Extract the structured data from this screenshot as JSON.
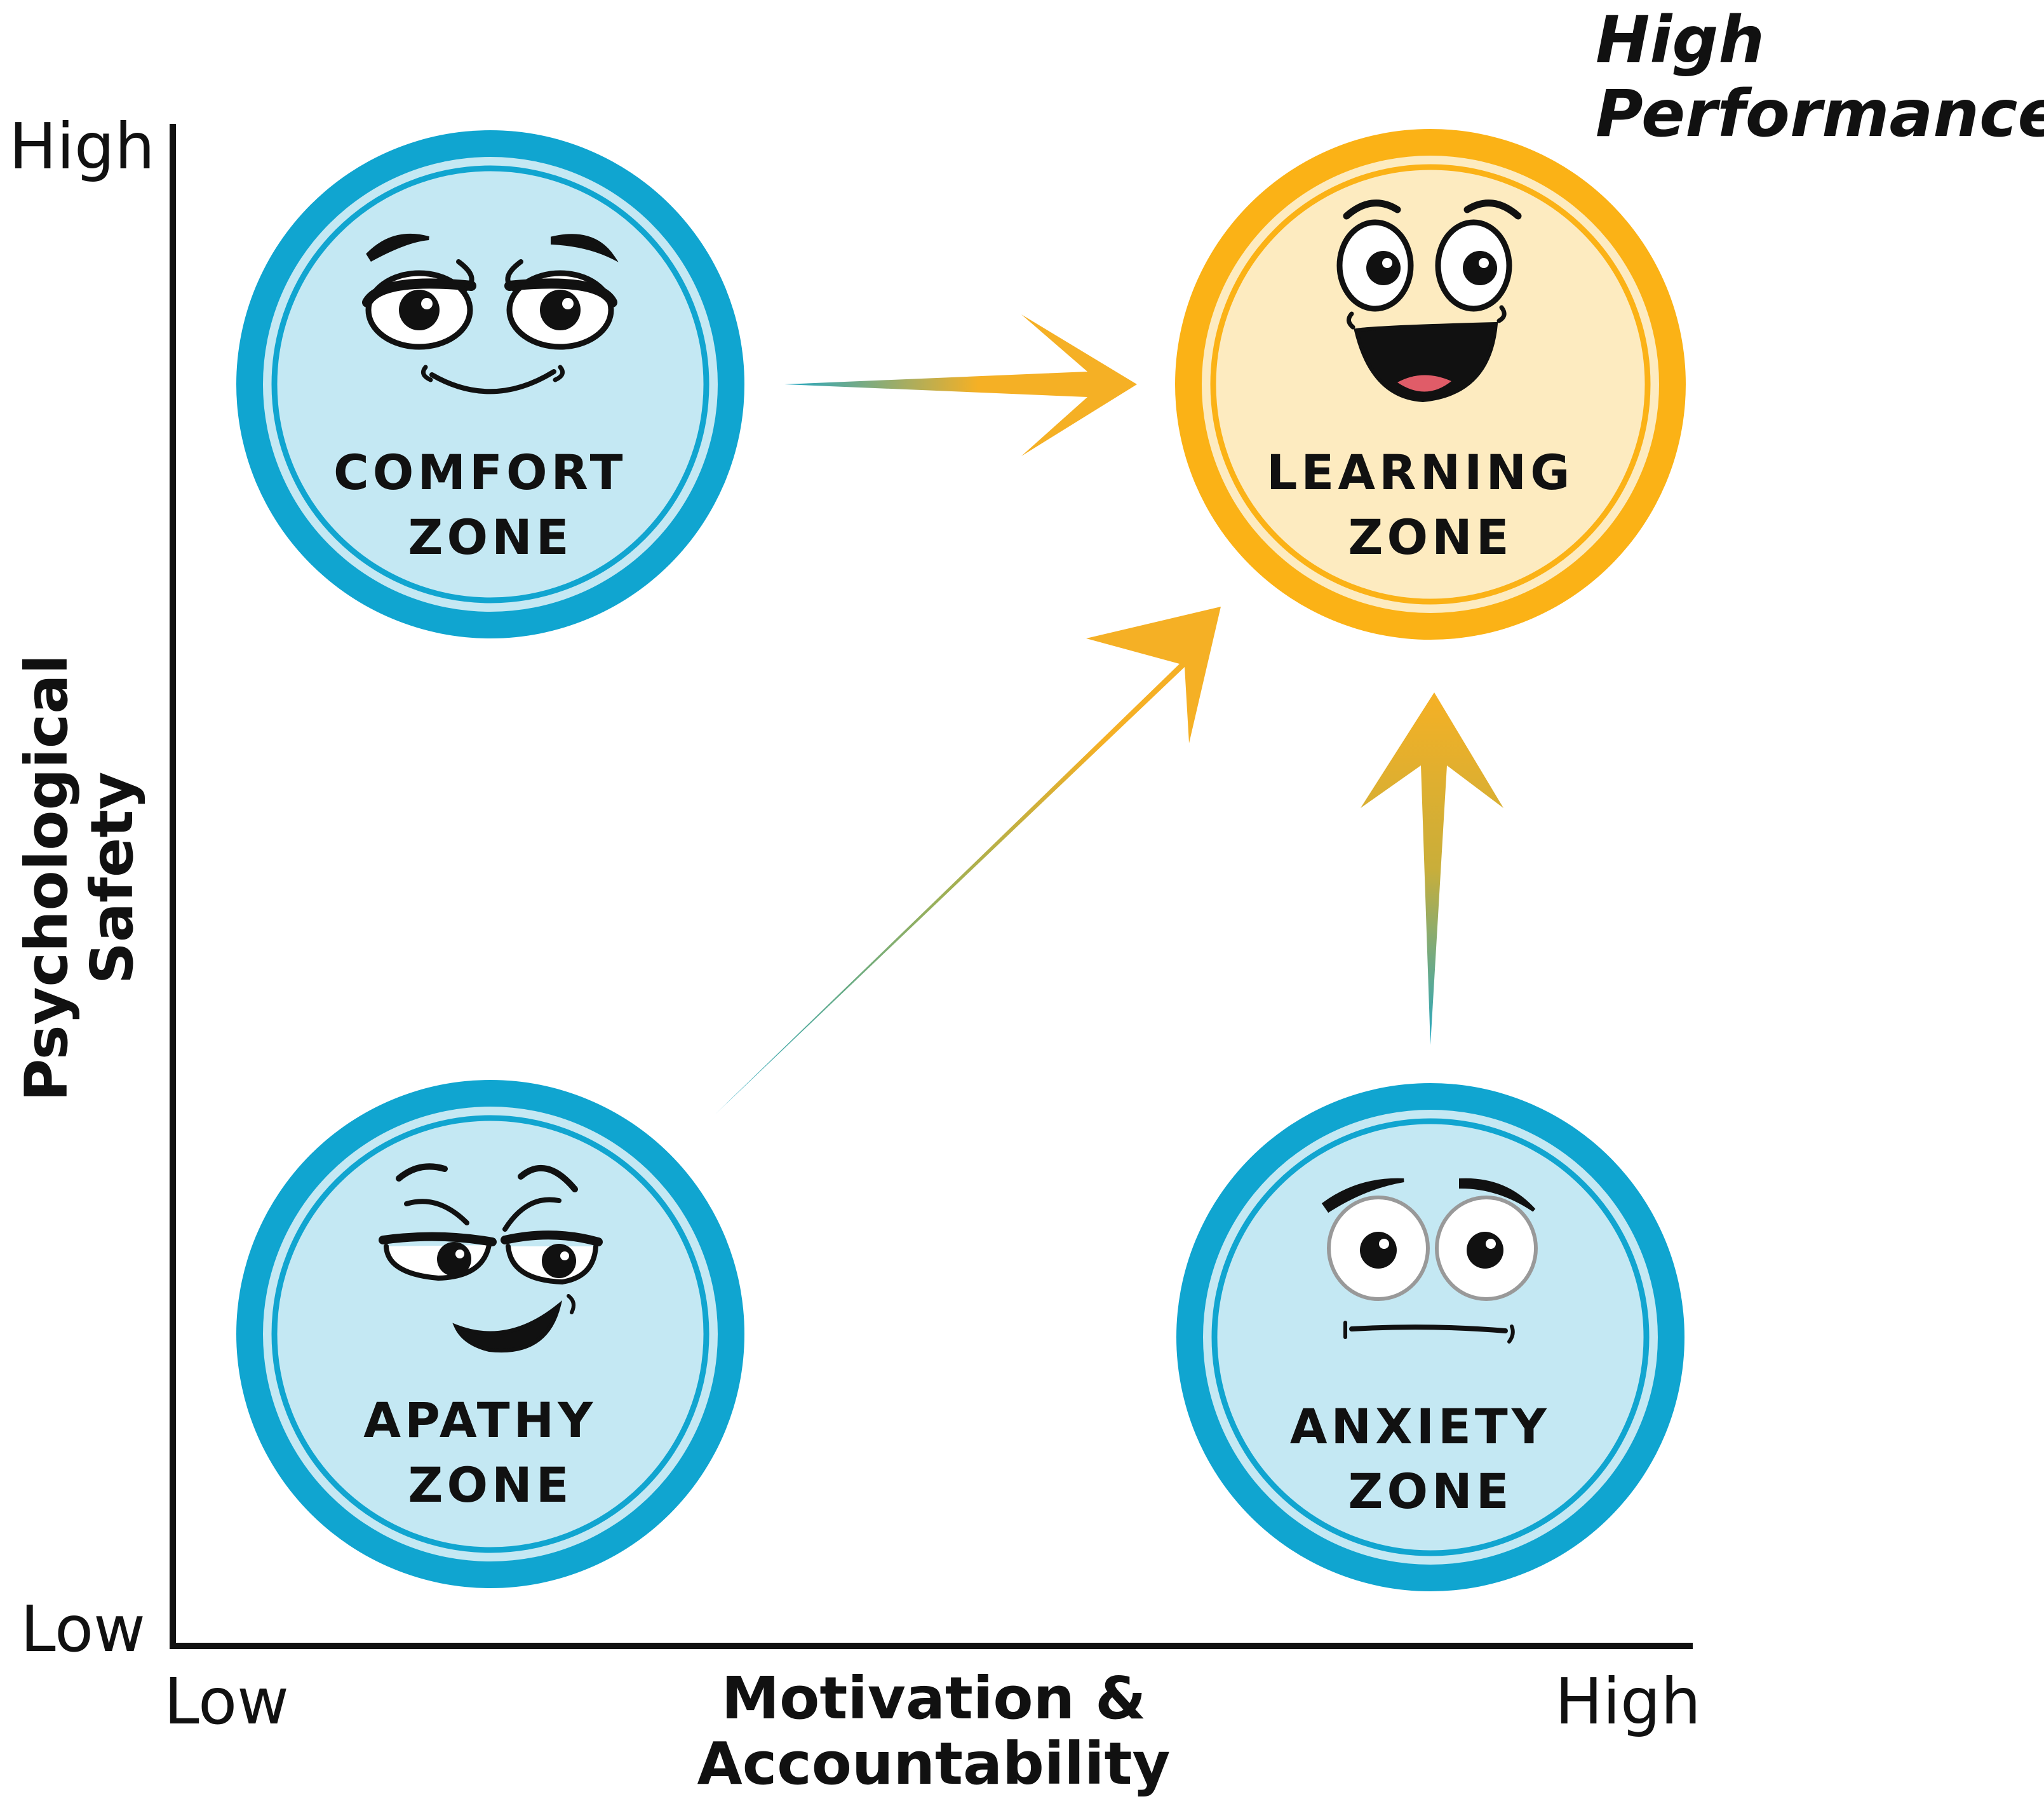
{
  "title": {
    "line1": "High",
    "line2": "Performance"
  },
  "y_axis": {
    "title_line1": "Psychological",
    "title_line2": "Safety",
    "high_label": "High",
    "low_label": "Low"
  },
  "x_axis": {
    "title_line1": "Motivation &",
    "title_line2": "Accountability",
    "low_label": "Low",
    "high_label": "High"
  },
  "zones": {
    "comfort": {
      "line1": "COMFORT",
      "line2": "ZONE",
      "face": "content-smirk-face-icon"
    },
    "learning": {
      "line1": "LEARNING",
      "line2": "ZONE",
      "face": "excited-happy-face-icon"
    },
    "apathy": {
      "line1": "APATHY",
      "line2": "ZONE",
      "face": "bored-sly-face-icon"
    },
    "anxiety": {
      "line1": "ANXIETY",
      "line2": "ZONE",
      "face": "worried-face-icon"
    }
  },
  "colors": {
    "blue_ring": "#10A5D0",
    "blue_fill": "#C4E8F3",
    "orange_ring": "#FBB216",
    "orange_fill": "#FDEBC0",
    "arrow": "#F5B025",
    "arrow_tail": "#23A7C4",
    "ink": "#111111"
  }
}
